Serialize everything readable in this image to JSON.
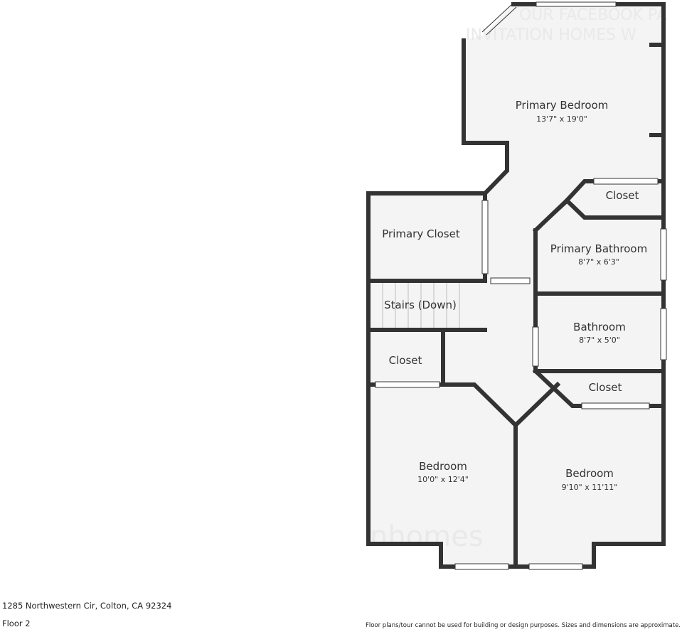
{
  "plan": {
    "rooms": [
      {
        "id": "primary-bedroom",
        "name": "Primary Bedroom",
        "dims": "13'7\" x 19'0\""
      },
      {
        "id": "closet-primary-bedroom",
        "name": "Closet",
        "dims": ""
      },
      {
        "id": "primary-closet",
        "name": "Primary Closet",
        "dims": ""
      },
      {
        "id": "primary-bathroom",
        "name": "Primary Bathroom",
        "dims": "8'7\" x 6'3\""
      },
      {
        "id": "stairs",
        "name": "Stairs (Down)",
        "dims": ""
      },
      {
        "id": "bathroom",
        "name": "Bathroom",
        "dims": "8'7\" x 5'0\""
      },
      {
        "id": "closet-left",
        "name": "Closet",
        "dims": ""
      },
      {
        "id": "closet-right",
        "name": "Closet",
        "dims": ""
      },
      {
        "id": "bedroom-left",
        "name": "Bedroom",
        "dims": "10'0\" x 12'4\""
      },
      {
        "id": "bedroom-right",
        "name": "Bedroom",
        "dims": "9'10\" x 11'11\""
      }
    ],
    "watermark_top_1": "OUR FACEBOOK PA",
    "watermark_top_2": "INVITATION HOMES W",
    "watermark_bottom": "nhomes"
  },
  "footer": {
    "address": "1285 Northwestern Cir, Colton, CA 92324",
    "floor": "Floor 2",
    "disclaimer": "Floor plans/tour cannot be used for building or design purposes. Sizes and dimensions are approximate."
  },
  "colors": {
    "wall": "#333333",
    "floor": "#f4f4f4",
    "background": "#ffffff"
  }
}
